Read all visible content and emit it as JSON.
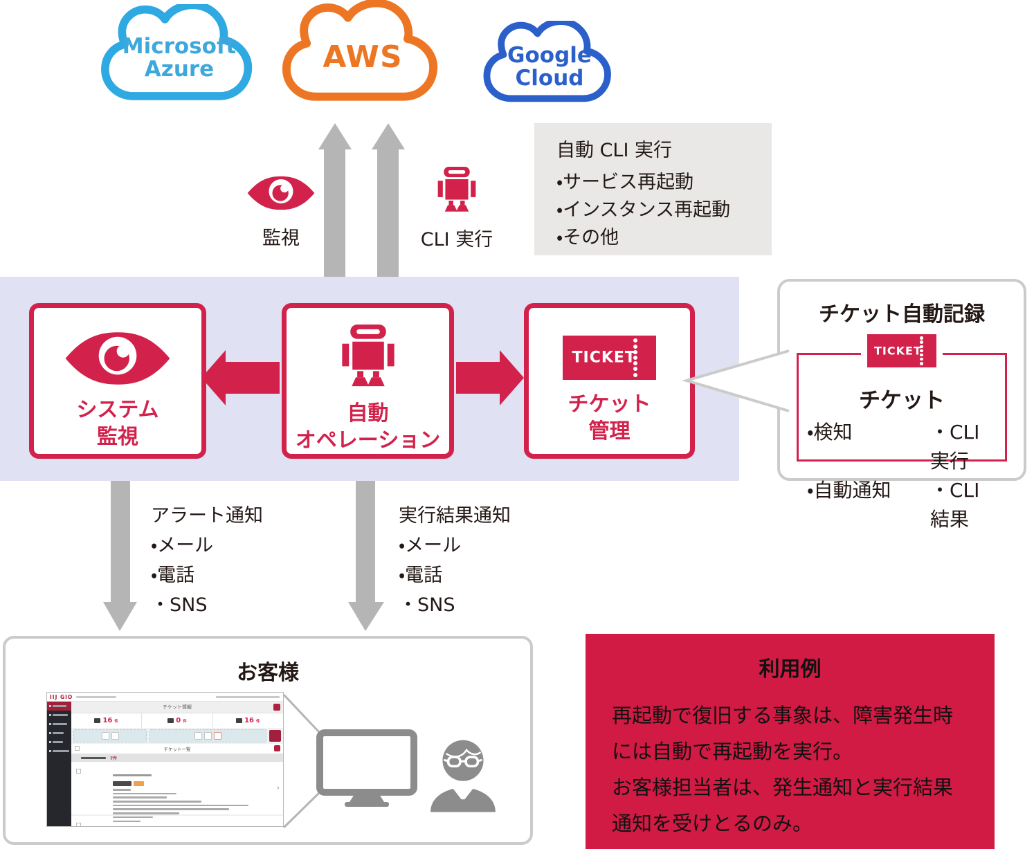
{
  "colors": {
    "brand_red": "#d2224c",
    "usage_red": "#d11a44",
    "band_lavender": "#e0e2f4",
    "arrow_gray": "#b5b5b5",
    "azure_blue": "#2fa9e1",
    "aws_orange": "#ed7624",
    "google_blue": "#2b5fc9"
  },
  "clouds": {
    "azure": {
      "line1": "Microsoft",
      "line2": "Azure"
    },
    "aws": {
      "label": "AWS"
    },
    "google": {
      "line1": "Google",
      "line2": "Cloud"
    }
  },
  "connectors": {
    "monitor_label": "監視",
    "cli_label": "CLI 実行"
  },
  "auto_cli_box": {
    "title": "自動 CLI 実行",
    "items": [
      "・サービス再起動",
      "・インスタンス再起動",
      "・その他"
    ]
  },
  "band_boxes": {
    "monitoring": {
      "line1": "システム",
      "line2": "監視"
    },
    "operation": {
      "line1": "自動",
      "line2": "オペレーション"
    },
    "ticket": {
      "line1": "チケット",
      "line2": "管理",
      "icon_word": "TICKET"
    }
  },
  "callout": {
    "title": "チケット自動記録",
    "icon_word": "TICKET",
    "inner_title": "チケット",
    "col1": [
      "・検知",
      "・自動通知"
    ],
    "col2": [
      "・CLI 実行",
      "・CLI 結果"
    ]
  },
  "alert_note": {
    "title": "アラート通知",
    "items": [
      "・メール",
      "・電話",
      "・SNS"
    ]
  },
  "result_note": {
    "title": "実行結果通知",
    "items": [
      "・メール",
      "・電話",
      "・SNS"
    ]
  },
  "customer": {
    "title": "お客様",
    "dashboard": {
      "logo": "IIJ GIO",
      "header": "チケット情報",
      "stats": [
        {
          "value": "16",
          "unit": "件"
        },
        {
          "value": "0",
          "unit": "件"
        },
        {
          "value": "16",
          "unit": "件"
        }
      ],
      "list_title": "チケット一覧",
      "list_count": "7件",
      "chevron": "›"
    }
  },
  "usage": {
    "title": "利用例",
    "body": [
      "再起動で復旧する事象は、障害発生時には自動で再起動を実行。",
      "お客様担当者は、発生通知と実行結果通知を受けとるのみ。"
    ]
  }
}
